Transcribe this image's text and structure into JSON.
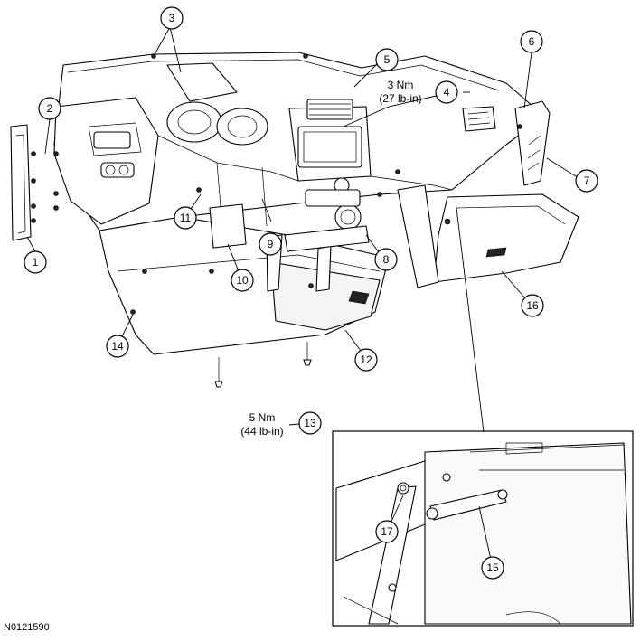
{
  "figure_id": "N0121590",
  "callouts": [
    "1",
    "2",
    "3",
    "4",
    "5",
    "6",
    "7",
    "8",
    "9",
    "10",
    "11",
    "12",
    "13",
    "14",
    "15",
    "16",
    "17"
  ],
  "torque_specs": {
    "upper": {
      "nm": "3 Nm",
      "lbin": "(27 lb-in)"
    },
    "lower": {
      "nm": "5 Nm",
      "lbin": "(44 lb-in)"
    }
  }
}
